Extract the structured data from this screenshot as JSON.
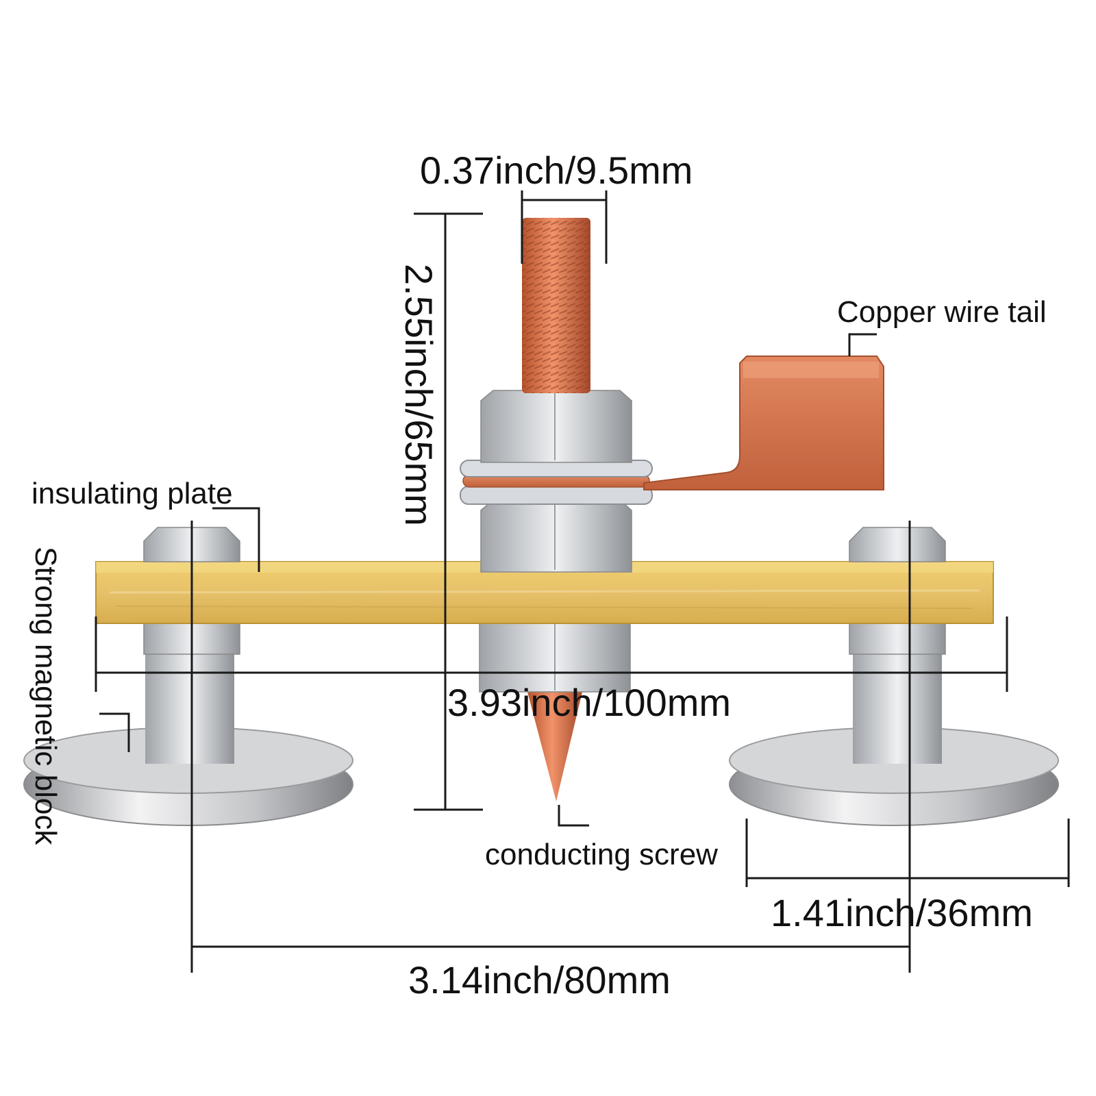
{
  "colors": {
    "copper": "#d9744a",
    "insulating_plate": "#e8c463",
    "steel": "#c9ccd1",
    "magnet_base": "#b8b8bc",
    "dimension_line": "#1a1a1a"
  },
  "icons": {
    "bolt": "hex-bolt-icon",
    "nut": "hex-nut-icon",
    "magnet": "round-magnet-icon",
    "lug": "copper-lug-icon"
  },
  "dimensions": {
    "screw_diameter": "0.37inch/9.5mm",
    "height": "2.55inch/65mm",
    "plate_length": "3.93inch/100mm",
    "magnet_diameter": "1.41inch/36mm",
    "magnet_spacing": "3.14inch/80mm"
  },
  "callouts": {
    "copper_wire_tail": "Copper wire tail",
    "insulating_plate": "insulating plate",
    "magnetic_block": "Strong magnetic block",
    "conducting_screw": "conducting screw"
  }
}
